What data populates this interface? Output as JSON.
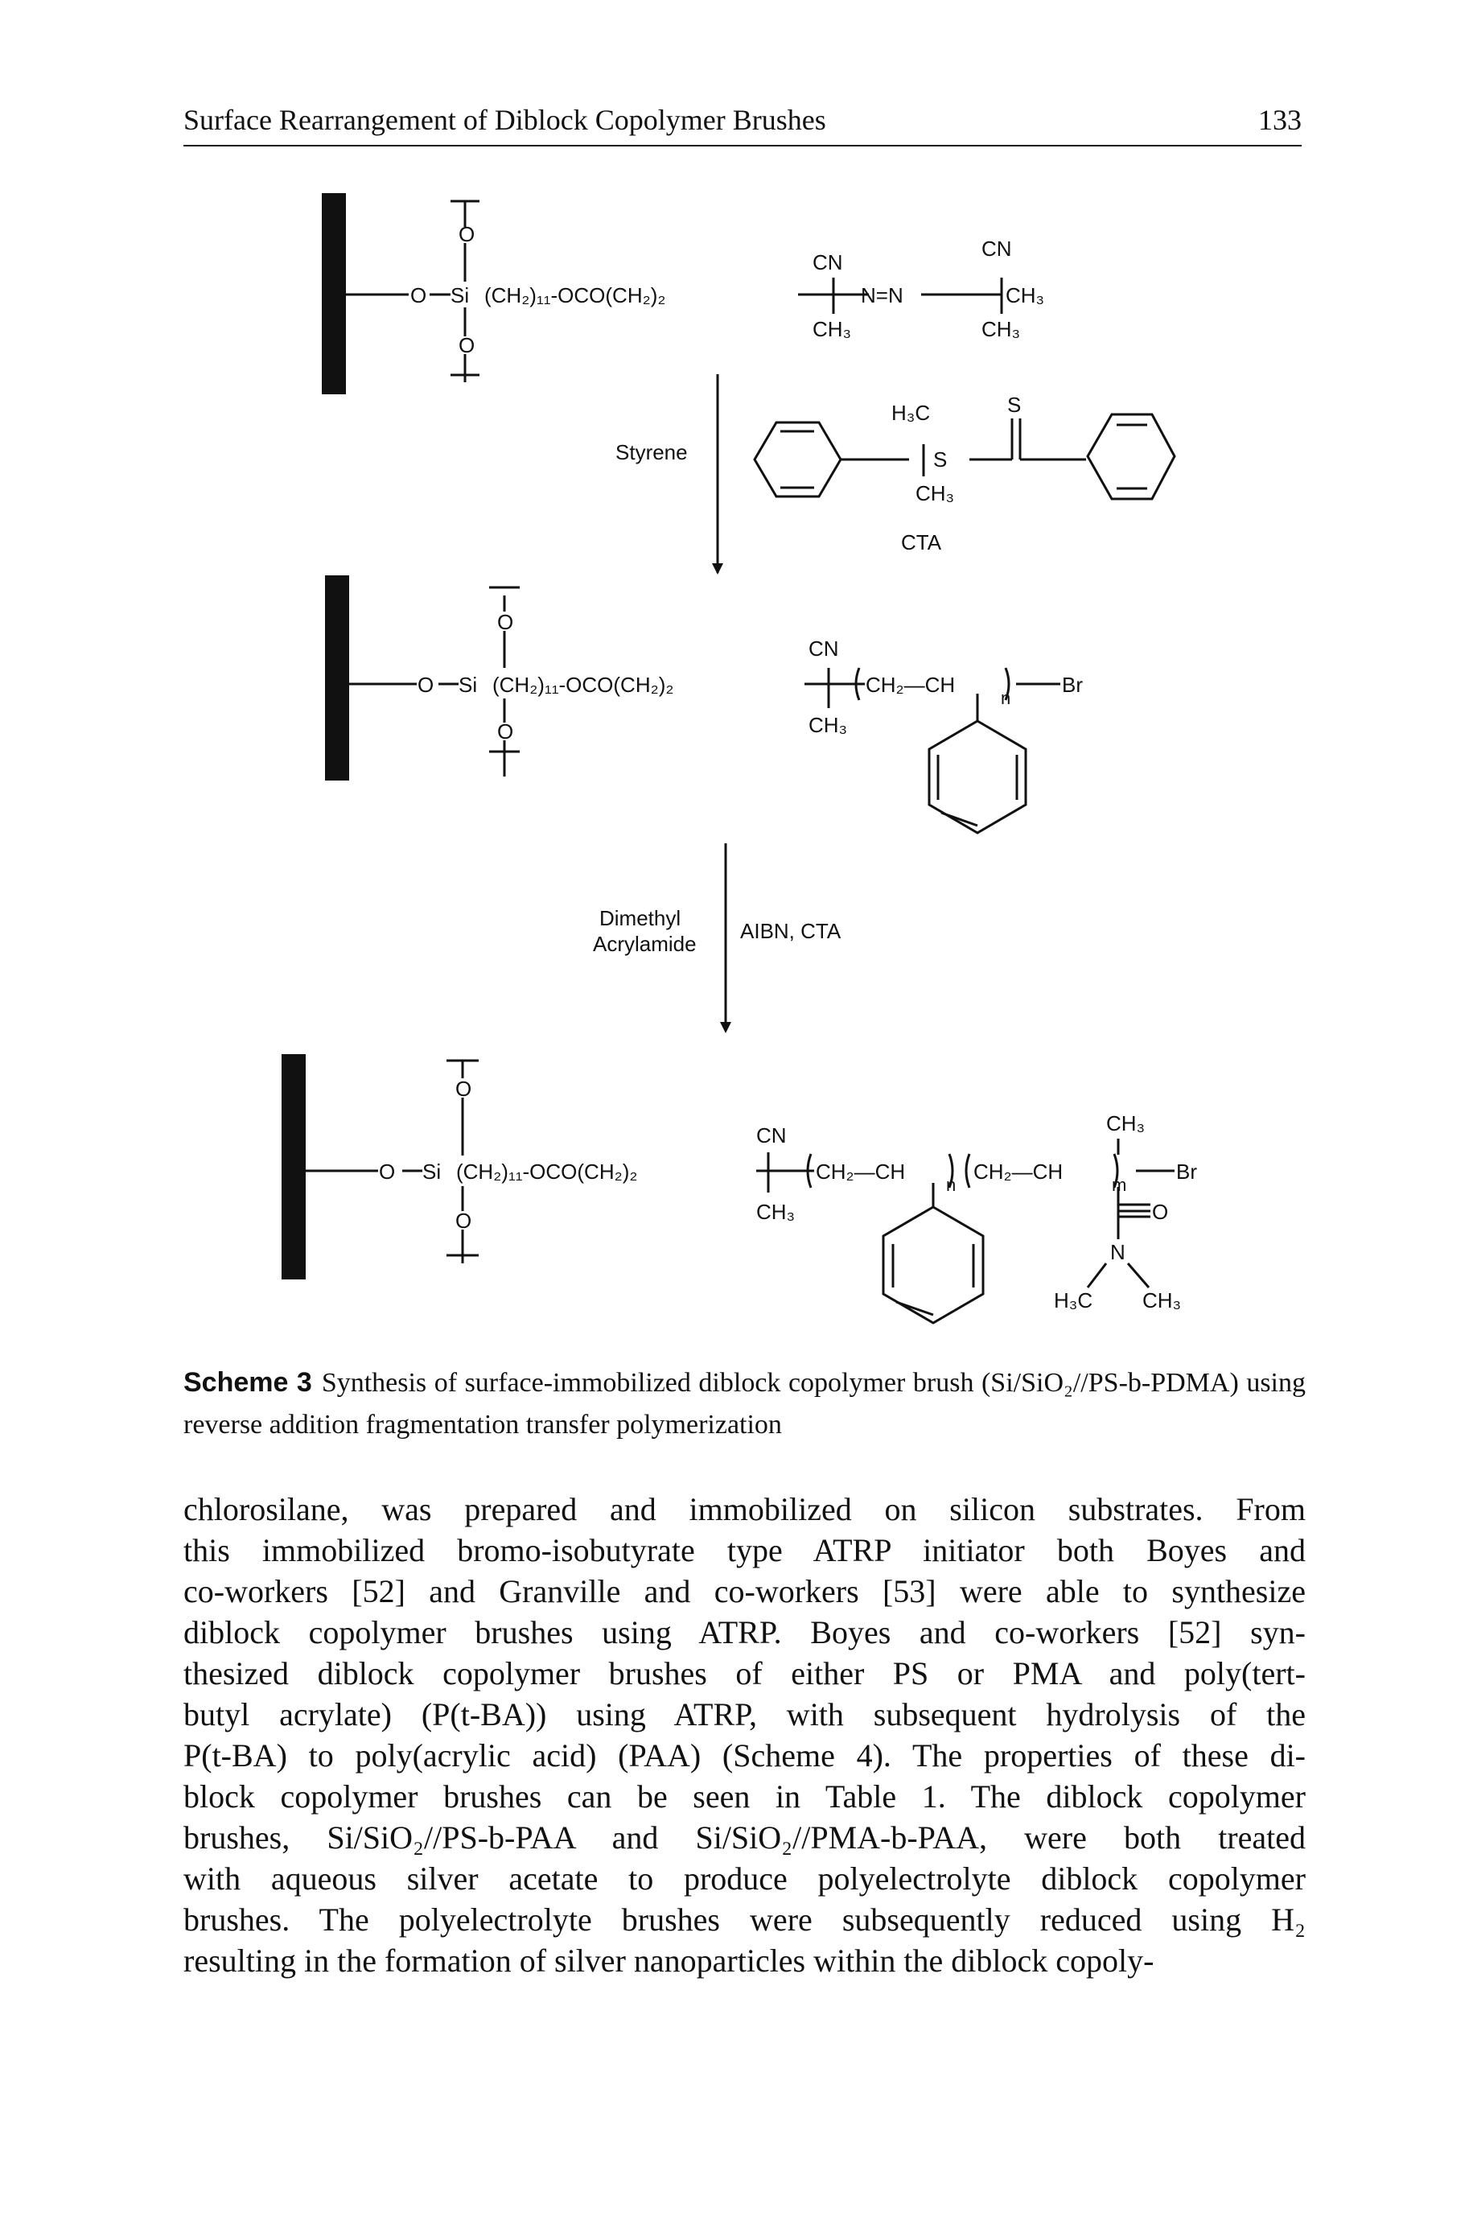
{
  "running_head": {
    "title": "Surface Rearrangement of Diblock Copolymer Brushes",
    "page_number": "133"
  },
  "scheme": {
    "step1": {
      "si_link": "(CH₂)₁₁-OCO(CH₂)₂",
      "cn": "CN",
      "ch3": "CH₃",
      "azo": "N=N",
      "end_ch3": "CH₃"
    },
    "arrow1": {
      "left_label": "Styrene",
      "cta_h3c": "H₃C",
      "cta_s1": "S",
      "cta_s2": "S",
      "cta_ch3": "CH₃",
      "cta_label": "CTA"
    },
    "step2": {
      "si_link": "(CH₂)₁₁-OCO(CH₂)₂",
      "cn": "CN",
      "ch3": "CH₃",
      "repeat": "CH₂—CH",
      "n": "n",
      "end": "Br"
    },
    "arrow2": {
      "left_label_line1": "Dimethyl",
      "left_label_line2": "Acrylamide",
      "right_label": "AIBN, CTA"
    },
    "step3": {
      "si_link": "(CH₂)₁₁-OCO(CH₂)₂",
      "cn": "CN",
      "ch3": "CH₃",
      "repeat1": "CH₂—CH",
      "n": "n",
      "repeat2": "CH₂—CH",
      "m": "m",
      "top_ch3": "CH₃",
      "end": "Br",
      "carbonyl_o": "O",
      "amide_n": "N",
      "h3c": "H₃C",
      "n_ch3": "CH₃"
    },
    "atoms": {
      "o": "O",
      "si": "Si"
    }
  },
  "caption": {
    "label": "Scheme 3",
    "text": "Synthesis of surface-immobilized diblock copolymer brush (Si/SiO₂//PS-b-PDMA) using reverse addition fragmentation transfer polymerization"
  },
  "body_lines": [
    "chlorosilane, was prepared and immobilized on silicon substrates. From",
    "this immobilized bromo-isobutyrate type ATRP initiator both Boyes and",
    "co-workers [52] and Granville and co-workers [53] were able to synthesize",
    "diblock copolymer brushes using ATRP. Boyes and co-workers [52] syn-",
    "thesized diblock copolymer brushes of either PS or PMA and poly(tert-",
    "butyl acrylate) (P(t-BA)) using ATRP, with subsequent hydrolysis of the",
    "P(t-BA) to poly(acrylic acid) (PAA) (Scheme 4). The properties of these di-",
    "block copolymer brushes can be seen in Table 1. The diblock copolymer",
    "brushes, Si/SiO₂//PS-b-PAA and Si/SiO₂//PMA-b-PAA, were both treated",
    "with aqueous silver acetate to produce polyelectrolyte diblock copolymer",
    "brushes. The polyelectrolyte brushes were subsequently reduced using H₂",
    "resulting in the formation of silver nanoparticles within the diblock copoly-"
  ]
}
